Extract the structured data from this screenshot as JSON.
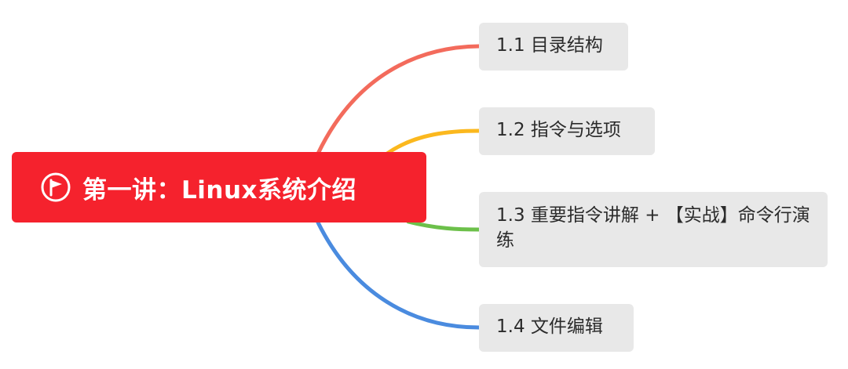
{
  "root": {
    "title": "第一讲：Linux系统介绍",
    "icon": "flag-icon",
    "color": "#f5222d"
  },
  "children": [
    {
      "label": "1.1 目录结构",
      "branch_color": "#f36b5c"
    },
    {
      "label": "1.2 指令与选项",
      "branch_color": "#fbb81e"
    },
    {
      "label": "1.3 重要指令讲解 + 【实战】命令行演练",
      "branch_color": "#6cc04a"
    },
    {
      "label": "1.4 文件编辑",
      "branch_color": "#4a8bdf"
    }
  ],
  "node_background": "#e8e8e8",
  "text_color": "#2b2b2b"
}
